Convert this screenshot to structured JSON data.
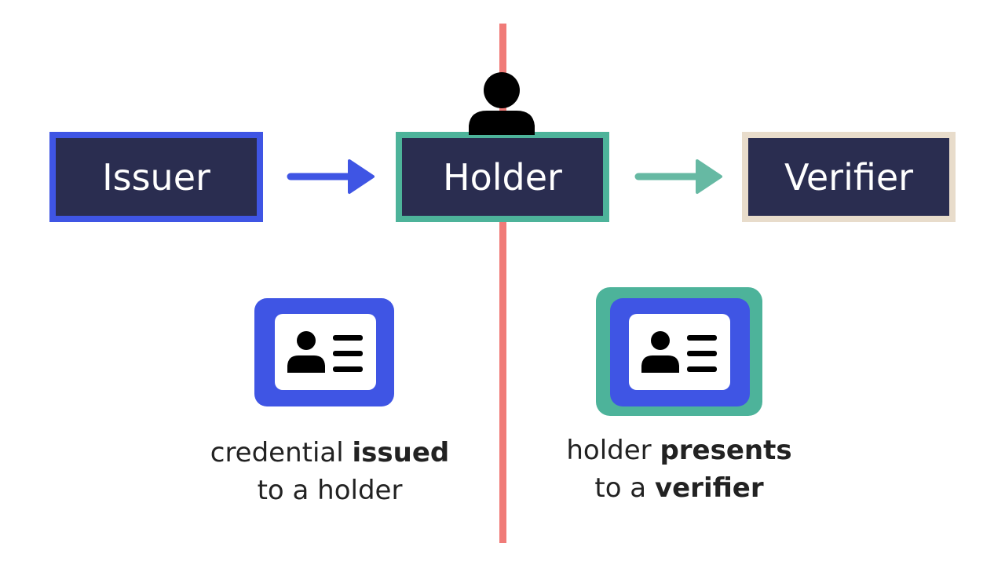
{
  "nodes": {
    "issuer": "Issuer",
    "holder": "Holder",
    "verifier": "Verifier"
  },
  "captions": {
    "left": {
      "line1_normal": "credential ",
      "line1_bold": "issued",
      "line2_normal": "to a holder"
    },
    "right": {
      "line1_normal": "holder ",
      "line1_bold": "presents",
      "line2_normal": "to a ",
      "line2_bold": "verifier"
    }
  },
  "icons": {
    "holder_person": "person-icon",
    "issued_credential": "id-card-icon",
    "presented_credential": "id-card-icon"
  },
  "colors": {
    "node_fill": "#2a2d50",
    "issuer_border": "#3f55e4",
    "holder_border": "#4db39a",
    "verifier_border": "#e8dccb",
    "divider": "#f07b78",
    "card_blue": "#3f55e4",
    "card_frame": "#4db39a"
  }
}
